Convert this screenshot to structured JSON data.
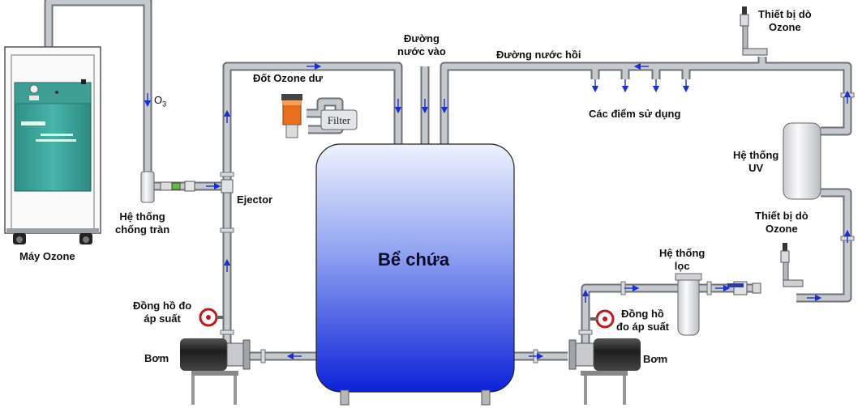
{
  "labels": {
    "ozone_machine": "Máy Ozone",
    "o3": "O",
    "o3_sub": "3",
    "overflow_system_1": "Hệ thống",
    "overflow_system_2": "chống tràn",
    "ejector": "Ejector",
    "pressure_gauge_left_1": "Đồng hồ đo",
    "pressure_gauge_left_2": "áp suất",
    "pump_left": "Bơm",
    "ozone_burner": "Đốt Ozone dư",
    "filter": "Filter",
    "inlet_1": "Đường",
    "inlet_2": "nước vào",
    "return_line": "Đường nước hồi",
    "usage_points": "Các điểm sử dụng",
    "tank": "Bể chứa",
    "leak_detector_top_1": "Thiết bị dò",
    "leak_detector_top_2": "Ozone",
    "uv_system_1": "Hệ thống",
    "uv_system_2": "UV",
    "leak_detector_mid_1": "Thiết bị dò",
    "leak_detector_mid_2": "Ozone",
    "filter_system_1": "Hệ thống",
    "filter_system_2": "lọc",
    "pressure_gauge_right_1": "Đồng hồ",
    "pressure_gauge_right_2": "đo áp suất",
    "pump_right": "Bơm"
  },
  "colors": {
    "pipe": "#b9bcc2",
    "pipe_edge": "#6e7178",
    "tank_top": "#eef3ff",
    "tank_bottom": "#0c22d8",
    "arrow": "#1a2fd0",
    "machine_body": "#3aa69c",
    "burner": "#e8701c",
    "gauge": "#c01818"
  },
  "icons": [
    "ozone-generator-icon",
    "pump-icon",
    "pressure-gauge-icon",
    "uv-lamp-icon",
    "filter-housing-icon",
    "ozone-detector-icon",
    "ejector-icon"
  ]
}
